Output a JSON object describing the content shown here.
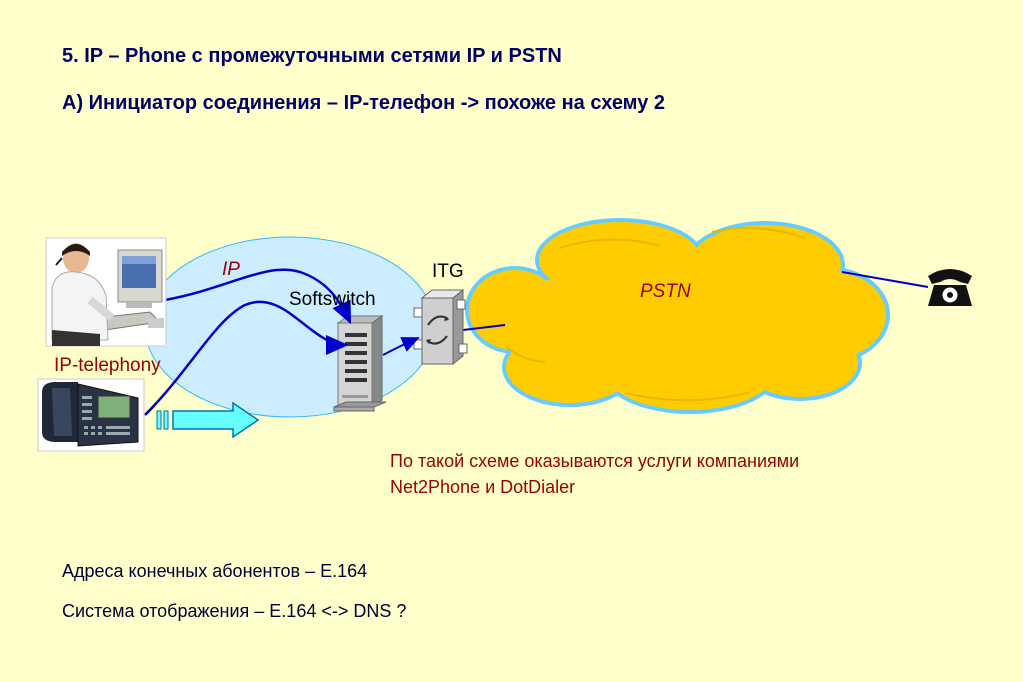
{
  "slide": {
    "heading_1": "5. IP – Phone с промежуточными сетями IP и  PSTN",
    "heading_2": "А) Инициатор соединения – IP-телефон -> похоже на схему 2"
  },
  "diagram": {
    "ip_label": "IP",
    "softswitch_label": "Softswitch",
    "itg_label": "ITG",
    "pstn_label": "PSTN",
    "ip_telephony_label": "IP-telephony",
    "colors": {
      "background": "#ffffcc",
      "ip_cloud": "#ccecff",
      "pstn_cloud": "#ffcc00",
      "pstn_cloud_outline": "#66ccff",
      "links": "#0000cc",
      "arrow_fill": "#66ffff",
      "label_dark_red": "#990000"
    }
  },
  "note": {
    "line_1": "По такой схеме оказываются услуги компаниями",
    "line_2": "Net2Phone и DotDialer"
  },
  "footer": {
    "line_1": "Адреса конечных абонентов – E.164",
    "line_2": "Система отображения – E.164 <-> DNS ?"
  }
}
